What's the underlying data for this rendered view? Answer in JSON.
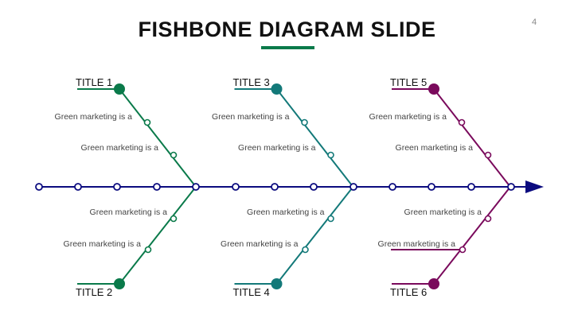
{
  "slide": {
    "title": "FISHBONE DIAGRAM SLIDE",
    "page_number": "4"
  },
  "colors": {
    "accent": "#0a7a4a",
    "spine": "#0b0b7f",
    "group_colors": [
      "#0a7a4a",
      "#137979",
      "#7a0a5c"
    ]
  },
  "groups": [
    {
      "top_title": "TITLE 1",
      "bottom_title": "TITLE 2",
      "top_labels": [
        "Green marketing is a",
        "Green marketing is a"
      ],
      "bottom_labels": [
        "Green marketing is a",
        "Green marketing is a"
      ]
    },
    {
      "top_title": "TITLE 3",
      "bottom_title": "TITLE 4",
      "top_labels": [
        "Green marketing is a",
        "Green marketing is a"
      ],
      "bottom_labels": [
        "Green marketing is a",
        "Green marketing is a"
      ]
    },
    {
      "top_title": "TITLE 5",
      "bottom_title": "TITLE 6",
      "top_labels": [
        "Green marketing is a",
        "Green marketing is a"
      ],
      "bottom_labels": [
        "Green marketing is a",
        "Green marketing is a"
      ]
    }
  ]
}
